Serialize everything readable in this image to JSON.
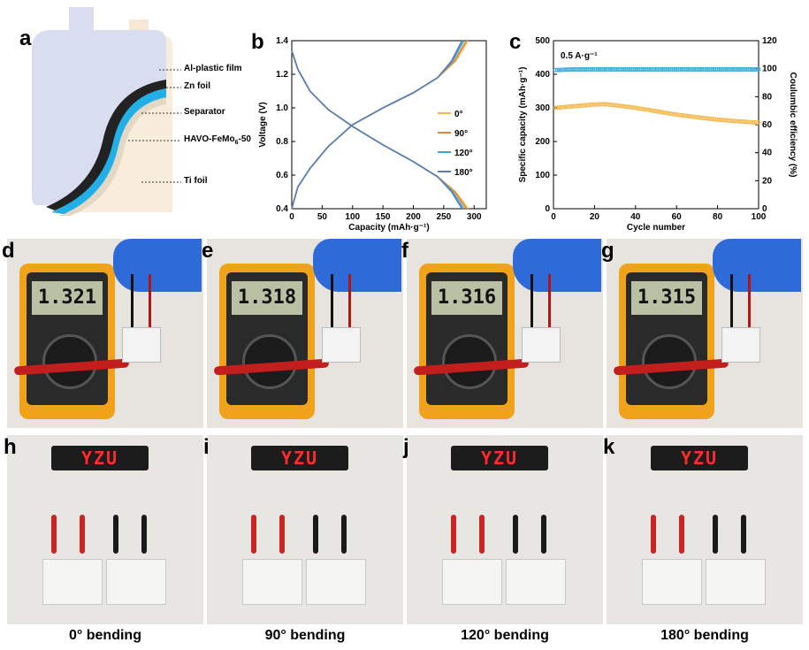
{
  "panels": {
    "a": "a",
    "b": "b",
    "c": "c",
    "d": "d",
    "e": "e",
    "f": "f",
    "g": "g",
    "h": "h",
    "i": "i",
    "j": "j",
    "k": "k"
  },
  "schematic": {
    "labels": {
      "al": "Al-plastic film",
      "zn": "Zn foil",
      "sep": "Separator",
      "havo_pre": "HAVO-FeMo",
      "havo_sub": "6",
      "havo_post": "-50",
      "ti": "Ti foil"
    }
  },
  "chart_data": [
    {
      "type": "line",
      "xlabel": "Capacity (mAh·g⁻¹)",
      "ylabel": "Voltage (V)",
      "xlim": [
        0,
        320
      ],
      "ylim": [
        0.4,
        1.4
      ],
      "xticks": [
        "0",
        "50",
        "100",
        "150",
        "200",
        "250",
        "300"
      ],
      "yticks": [
        "0.4",
        "0.6",
        "0.8",
        "1.0",
        "1.2",
        "1.4"
      ],
      "legend_position": "right",
      "series": [
        {
          "name": "0°",
          "color": "#f2b84b",
          "charge": [
            [
              0,
              0.4
            ],
            [
              10,
              0.53
            ],
            [
              30,
              0.64
            ],
            [
              60,
              0.77
            ],
            [
              100,
              0.9
            ],
            [
              150,
              1.0
            ],
            [
              200,
              1.09
            ],
            [
              240,
              1.18
            ],
            [
              270,
              1.28
            ],
            [
              290,
              1.4
            ]
          ],
          "discharge": [
            [
              0,
              1.34
            ],
            [
              10,
              1.23
            ],
            [
              30,
              1.1
            ],
            [
              60,
              0.99
            ],
            [
              100,
              0.89
            ],
            [
              150,
              0.78
            ],
            [
              200,
              0.68
            ],
            [
              240,
              0.59
            ],
            [
              270,
              0.5
            ],
            [
              290,
              0.4
            ]
          ]
        },
        {
          "name": "90°",
          "color": "#e0873a",
          "charge": [
            [
              0,
              0.4
            ],
            [
              10,
              0.53
            ],
            [
              30,
              0.64
            ],
            [
              60,
              0.77
            ],
            [
              100,
              0.9
            ],
            [
              150,
              1.0
            ],
            [
              200,
              1.09
            ],
            [
              240,
              1.18
            ],
            [
              268,
              1.28
            ],
            [
              287,
              1.4
            ]
          ],
          "discharge": [
            [
              0,
              1.34
            ],
            [
              10,
              1.23
            ],
            [
              30,
              1.1
            ],
            [
              60,
              0.99
            ],
            [
              100,
              0.89
            ],
            [
              150,
              0.78
            ],
            [
              200,
              0.68
            ],
            [
              240,
              0.59
            ],
            [
              268,
              0.5
            ],
            [
              287,
              0.4
            ]
          ]
        },
        {
          "name": "120°",
          "color": "#3aa6d9",
          "charge": [
            [
              0,
              0.4
            ],
            [
              10,
              0.53
            ],
            [
              30,
              0.64
            ],
            [
              60,
              0.77
            ],
            [
              100,
              0.9
            ],
            [
              150,
              1.0
            ],
            [
              200,
              1.09
            ],
            [
              240,
              1.18
            ],
            [
              265,
              1.28
            ],
            [
              283,
              1.4
            ]
          ],
          "discharge": [
            [
              0,
              1.34
            ],
            [
              10,
              1.23
            ],
            [
              30,
              1.1
            ],
            [
              60,
              0.99
            ],
            [
              100,
              0.89
            ],
            [
              150,
              0.78
            ],
            [
              200,
              0.68
            ],
            [
              240,
              0.59
            ],
            [
              265,
              0.5
            ],
            [
              283,
              0.4
            ]
          ]
        },
        {
          "name": "180°",
          "color": "#5a7fb8",
          "charge": [
            [
              0,
              0.4
            ],
            [
              10,
              0.53
            ],
            [
              30,
              0.64
            ],
            [
              60,
              0.77
            ],
            [
              100,
              0.9
            ],
            [
              150,
              1.0
            ],
            [
              200,
              1.09
            ],
            [
              240,
              1.18
            ],
            [
              263,
              1.28
            ],
            [
              280,
              1.4
            ]
          ],
          "discharge": [
            [
              0,
              1.34
            ],
            [
              10,
              1.23
            ],
            [
              30,
              1.1
            ],
            [
              60,
              0.99
            ],
            [
              100,
              0.89
            ],
            [
              150,
              0.78
            ],
            [
              200,
              0.68
            ],
            [
              240,
              0.59
            ],
            [
              263,
              0.5
            ],
            [
              280,
              0.4
            ]
          ]
        }
      ]
    },
    {
      "type": "scatter",
      "annotation": "0.5 A·g⁻¹",
      "xlabel": "Cycle number",
      "ylabel": "Specific capacity (mAh·g⁻¹)",
      "ylabel2": "Coulumbic efficiency (%)",
      "xlim": [
        0,
        100
      ],
      "ylim": [
        0,
        500
      ],
      "ylim2": [
        0,
        120
      ],
      "xticks": [
        "0",
        "20",
        "40",
        "60",
        "80",
        "100"
      ],
      "yticks": [
        "0",
        "100",
        "200",
        "300",
        "400",
        "500"
      ],
      "yticks2": [
        "0",
        "20",
        "40",
        "60",
        "80",
        "100",
        "120"
      ],
      "series": [
        {
          "name": "capacity",
          "color": "#f2b84b",
          "axis": "left",
          "points": [
            [
              1,
              300
            ],
            [
              10,
              305
            ],
            [
              20,
              310
            ],
            [
              25,
              311
            ],
            [
              30,
              308
            ],
            [
              40,
              300
            ],
            [
              50,
              290
            ],
            [
              60,
              280
            ],
            [
              70,
              272
            ],
            [
              80,
              265
            ],
            [
              90,
              260
            ],
            [
              100,
              256
            ]
          ]
        },
        {
          "name": "efficiency",
          "color": "#3aa6d9",
          "axis": "right",
          "points": [
            [
              1,
              99
            ],
            [
              10,
              99.5
            ],
            [
              20,
              99.5
            ],
            [
              30,
              99.5
            ],
            [
              40,
              99.5
            ],
            [
              50,
              99.5
            ],
            [
              60,
              99.5
            ],
            [
              70,
              99.5
            ],
            [
              80,
              99.5
            ],
            [
              90,
              99.5
            ],
            [
              100,
              99.5
            ]
          ]
        }
      ]
    }
  ],
  "photos_multimeter": [
    {
      "letter": "d",
      "reading": "1.321"
    },
    {
      "letter": "e",
      "reading": "1.318"
    },
    {
      "letter": "f",
      "reading": "1.316"
    },
    {
      "letter": "g",
      "reading": "1.315"
    }
  ],
  "photos_led": [
    {
      "letter": "h",
      "display": "YZU",
      "caption": "0° bending"
    },
    {
      "letter": "i",
      "display": "YZU",
      "caption": "90° bending"
    },
    {
      "letter": "j",
      "display": "YZU",
      "caption": "120° bending"
    },
    {
      "letter": "k",
      "display": "YZU",
      "caption": "180° bending"
    }
  ],
  "colors": {
    "c0": "#f2b84b",
    "c90": "#e0873a",
    "c120": "#3aa6d9",
    "c180": "#5a7fb8",
    "multimeter_body": "#f0a21b",
    "led_text": "#ff2a2a"
  }
}
